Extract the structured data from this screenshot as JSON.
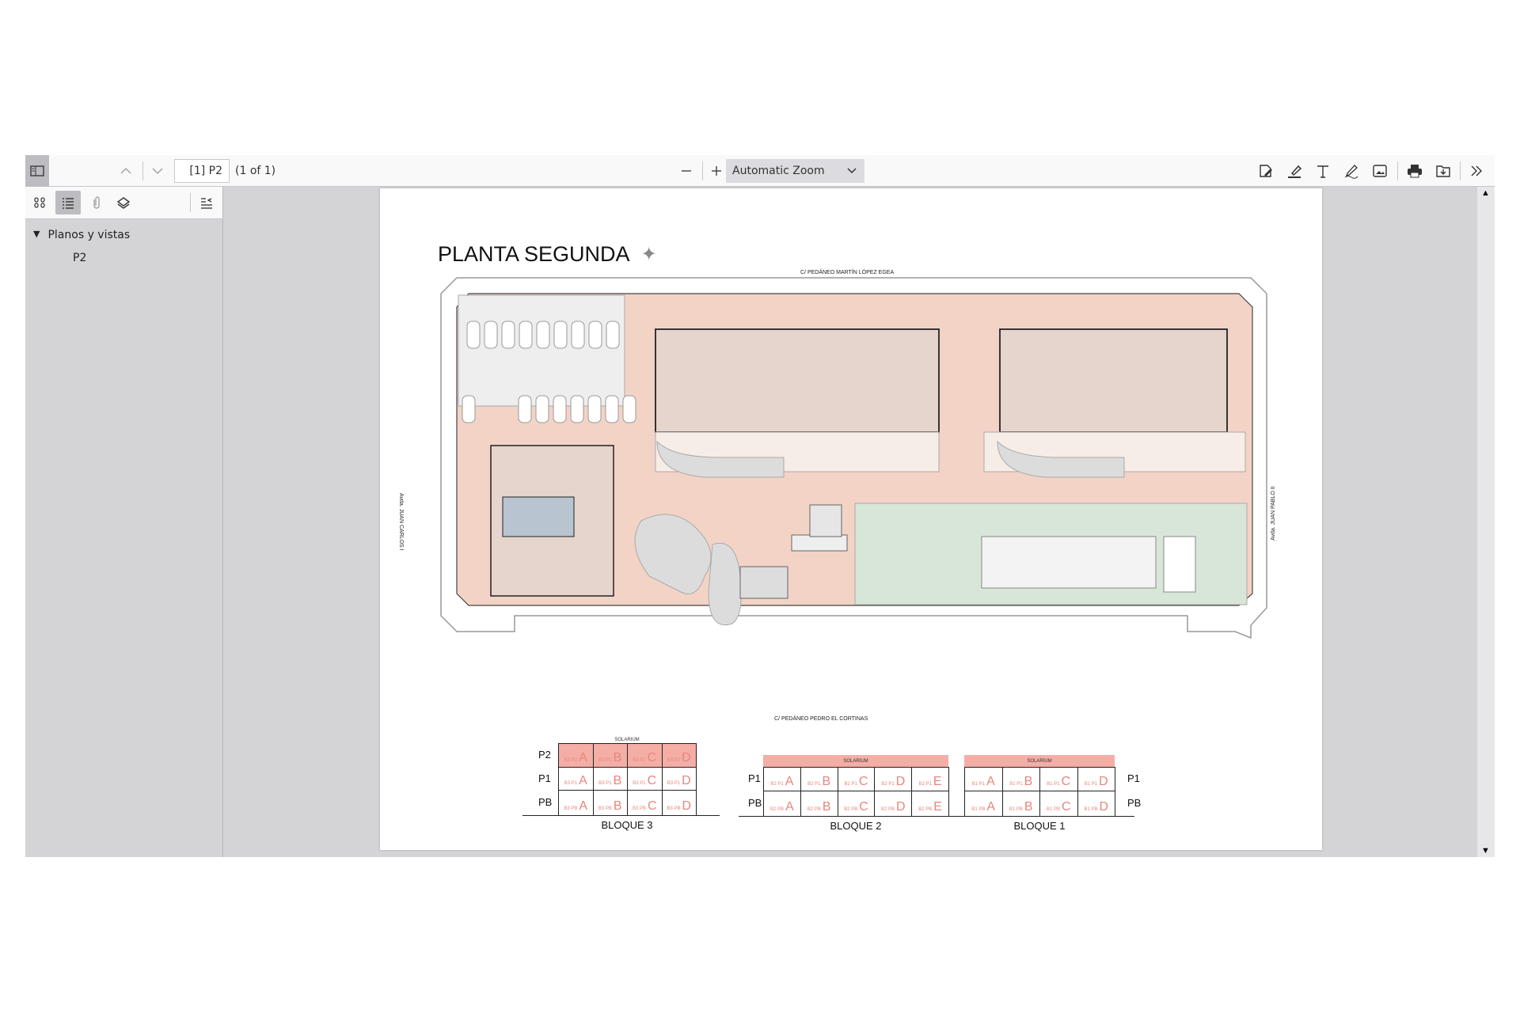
{
  "toolbar": {
    "page_input": "[1] P2",
    "page_count": "(1 of 1)",
    "zoom_select": "Automatic Zoom"
  },
  "sidebar": {
    "outline": [
      {
        "label": "Planos y vistas",
        "children": [
          {
            "label": "P2"
          }
        ]
      }
    ]
  },
  "document": {
    "title": "PLANTA SEGUNDA",
    "street_top": "C/ PEDÁNEO MARTÍN LÓPEZ EGEA",
    "street_bottom": "C/ PEDÁNEO PEDRO EL CORTINAS",
    "street_left": "Avda. JUAN CARLOS I",
    "street_right": "Avda. JUAN PABLO II",
    "solarium_label": "SOLARIUM",
    "blocks": [
      {
        "name": "BLOQUE 3",
        "rows": [
          {
            "floor": "P2",
            "cells": [
              [
                "B3 P2",
                "A"
              ],
              [
                "B3 P2",
                "B"
              ],
              [
                "B3 P2",
                "C"
              ],
              [
                "B3 P2",
                "D"
              ]
            ]
          },
          {
            "floor": "P1",
            "cells": [
              [
                "B3 P1",
                "A"
              ],
              [
                "B3 P1",
                "B"
              ],
              [
                "B3 P1",
                "C"
              ],
              [
                "B3 P1",
                "D"
              ]
            ]
          },
          {
            "floor": "PB",
            "cells": [
              [
                "B3 PB",
                "A"
              ],
              [
                "B3 PB",
                "B"
              ],
              [
                "B3 PB",
                "C"
              ],
              [
                "B3 PB",
                "D"
              ]
            ]
          }
        ]
      },
      {
        "name": "BLOQUE 2",
        "rows": [
          {
            "floor": "P1",
            "cells": [
              [
                "B2 P1",
                "A"
              ],
              [
                "B2 P1",
                "B"
              ],
              [
                "B2 P1",
                "C"
              ],
              [
                "B2 P1",
                "D"
              ],
              [
                "B2 P1",
                "E"
              ]
            ]
          },
          {
            "floor": "PB",
            "cells": [
              [
                "B2 PB",
                "A"
              ],
              [
                "B2 PB",
                "B"
              ],
              [
                "B2 PB",
                "C"
              ],
              [
                "B2 PB",
                "D"
              ],
              [
                "B2 PB",
                "E"
              ]
            ]
          }
        ]
      },
      {
        "name": "BLOQUE 1",
        "rows": [
          {
            "floor": "P1",
            "cells": [
              [
                "B1 P1",
                "A"
              ],
              [
                "B1 P1",
                "B"
              ],
              [
                "B1 P1",
                "C"
              ],
              [
                "B1 P1",
                "D"
              ]
            ]
          },
          {
            "floor": "PB",
            "cells": [
              [
                "B1 PB",
                "A"
              ],
              [
                "B1 PB",
                "B"
              ],
              [
                "B1 PB",
                "C"
              ],
              [
                "B1 PB",
                "D"
              ]
            ]
          }
        ]
      }
    ]
  },
  "colors": {
    "highlight": "#f4aea6",
    "unit_text": "#e8867c",
    "terrace": "#f3d3c6",
    "garden": "#d8e6d8",
    "building": "#e6d5cc"
  }
}
